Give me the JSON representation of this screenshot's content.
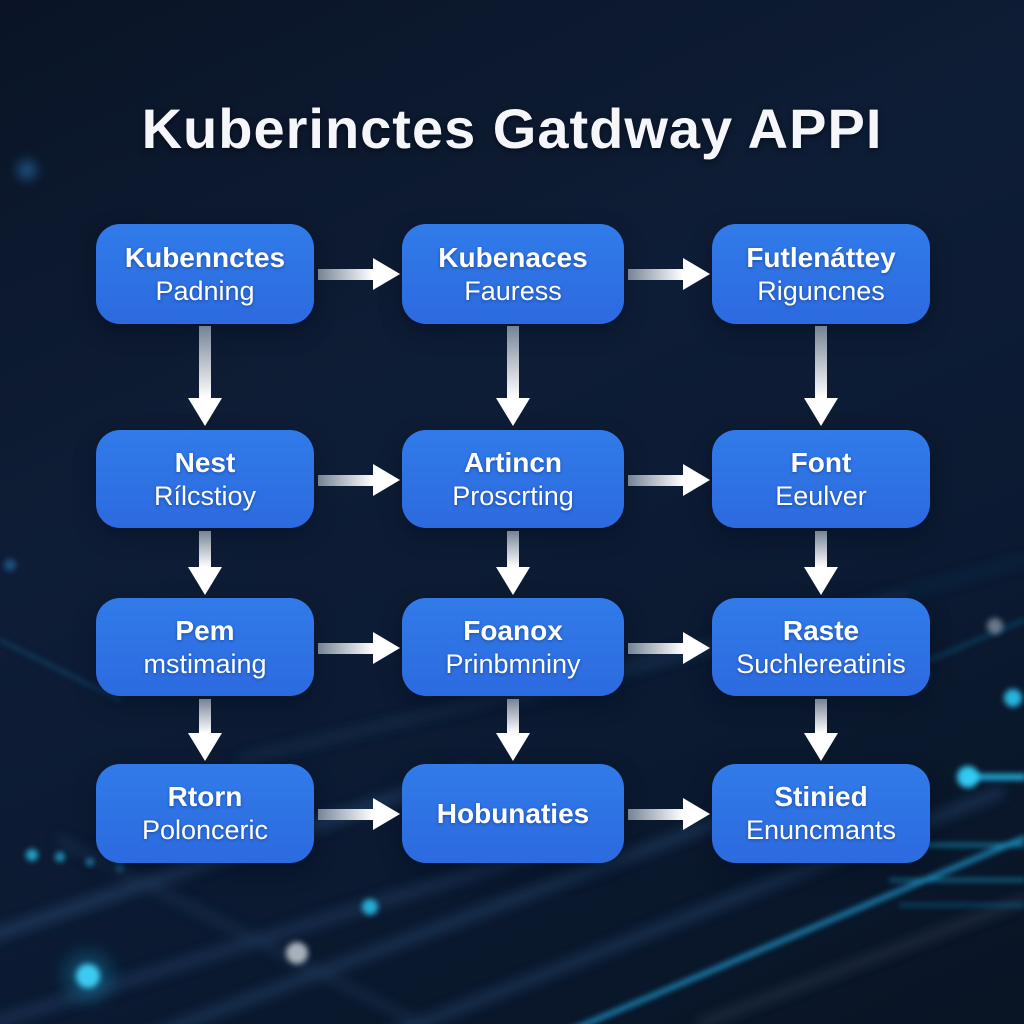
{
  "title": "Kuberinctes Gatdway APPI",
  "boxes": [
    {
      "line1": "Kubennctes",
      "line2": "Padning"
    },
    {
      "line1": "Kubenaces",
      "line2": "Fauress"
    },
    {
      "line1": "Futlenáttey",
      "line2": "Riguncnes"
    },
    {
      "line1": "Nest",
      "line2": "Rílcstioy"
    },
    {
      "line1": "Artincn",
      "line2": "Proscrting"
    },
    {
      "line1": "Font",
      "line2": "Eeulver"
    },
    {
      "line1": "Pem",
      "line2": "mstimaing"
    },
    {
      "line1": "Foanox",
      "line2": "Prinbmniny"
    },
    {
      "line1": "Raste",
      "line2": "Suchlereatinis"
    },
    {
      "line1": "Rtorn",
      "line2": "Polonceric"
    },
    {
      "line1": "Hobunaties",
      "line2": ""
    },
    {
      "line1": "Stinied",
      "line2": "Enuncmants"
    }
  ],
  "colors": {
    "background": "#0d1c33",
    "box_fill": "#2e6fe3",
    "box_text": "#ffffff",
    "arrow": "#ffffff",
    "accent_glow": "#2cc6f2",
    "title_text": "#f4f6fa"
  }
}
